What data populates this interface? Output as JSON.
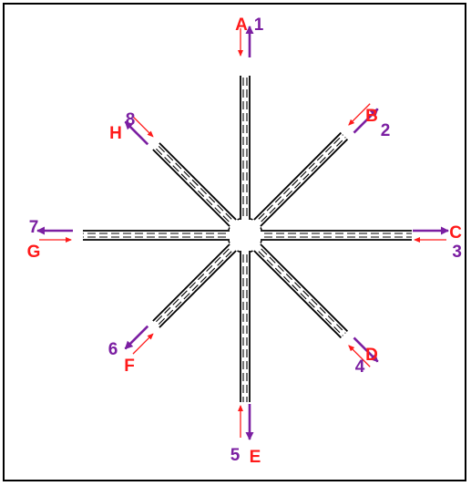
{
  "colors": {
    "inbound": "#ff1a1a",
    "outbound": "#7b1fa2",
    "road": "#000000",
    "background": "#ffffff"
  },
  "approaches": [
    {
      "id": "north",
      "inbound_label": "A",
      "outbound_label": "1"
    },
    {
      "id": "northeast",
      "inbound_label": "B",
      "outbound_label": "2"
    },
    {
      "id": "east",
      "inbound_label": "C",
      "outbound_label": "3"
    },
    {
      "id": "southeast",
      "inbound_label": "D",
      "outbound_label": "4"
    },
    {
      "id": "south",
      "inbound_label": "E",
      "outbound_label": "5"
    },
    {
      "id": "southwest",
      "inbound_label": "F",
      "outbound_label": "6"
    },
    {
      "id": "west",
      "inbound_label": "G",
      "outbound_label": "7"
    },
    {
      "id": "northwest",
      "inbound_label": "H",
      "outbound_label": "8"
    }
  ]
}
